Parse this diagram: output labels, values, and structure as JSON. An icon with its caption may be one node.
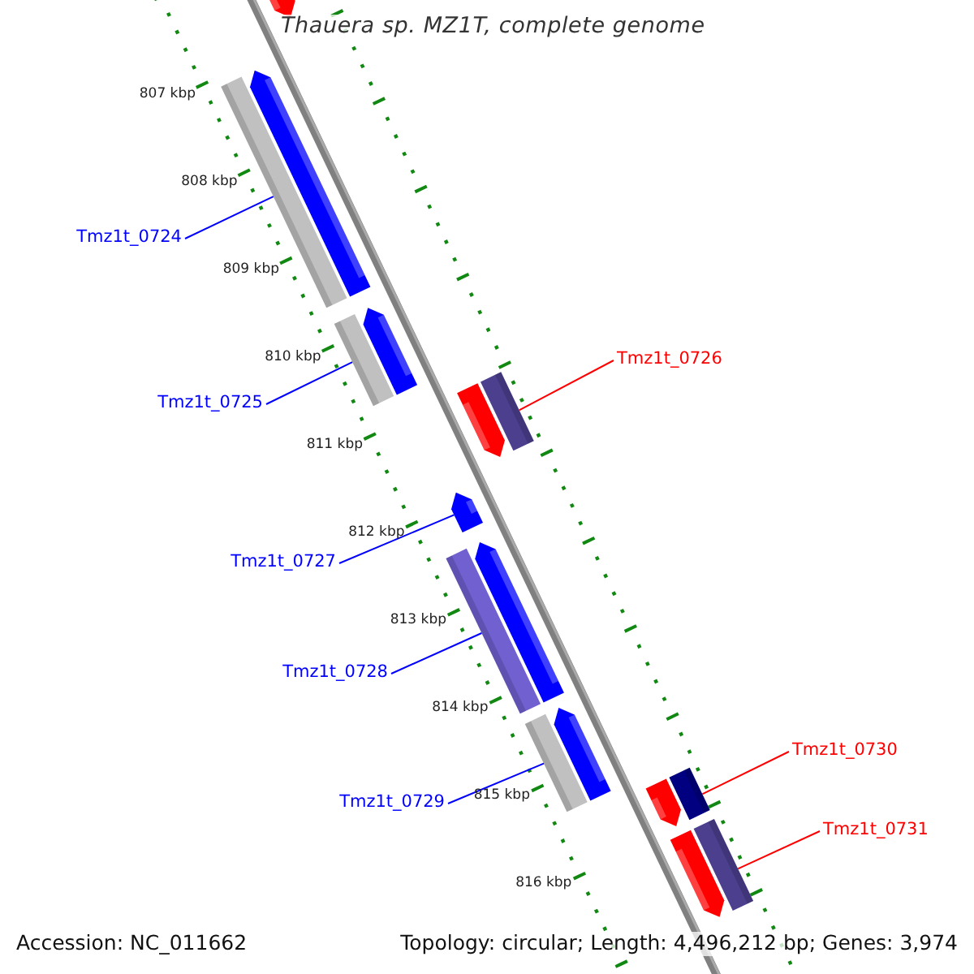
{
  "diagram": {
    "title": "Thauera sp. MZ1T, complete genome",
    "nodes": [
      {
        "text": [],
        "shape": "bar"
      },
      {
        "text": [],
        "shape": "bar"
      },
      {
        "text": [
          "Tmz1t_0724"
        ]
      },
      {
        "text": [],
        "shape": "bar"
      },
      {
        "text": [
          "Tmz1t_0725"
        ]
      },
      {
        "text": [],
        "shape": "bar"
      },
      {
        "text": [
          "Tmz1t_0726"
        ]
      },
      {
        "text": [],
        "shape": "bar"
      },
      {
        "text": [
          "Tmz1t_0727"
        ]
      },
      {
        "text": [],
        "shape": "bar"
      },
      {
        "text": [
          "Tmz1t_0728"
        ]
      },
      {
        "text": [],
        "shape": "bar"
      },
      {
        "text": [
          "Tmz1t_0729"
        ]
      },
      {
        "text": [],
        "shape": "bar"
      },
      {
        "text": [
          "Tmz1t_0730"
        ]
      },
      {
        "text": [],
        "shape": "bar"
      },
      {
        "text": [
          "Tmz1t_0731"
        ]
      }
    ],
    "edges": [
      {
        "from": 2,
        "to": 1,
        "arrow": "none"
      },
      {
        "from": 4,
        "to": 3,
        "arrow": "none"
      },
      {
        "from": 6,
        "to": 5,
        "arrow": "none",
        "color": "#ff0000"
      },
      {
        "from": 8,
        "to": 7,
        "arrow": "none"
      },
      {
        "from": 10,
        "to": 9,
        "arrow": "none"
      },
      {
        "from": 12,
        "to": 11,
        "arrow": "none"
      },
      {
        "from": 14,
        "to": 13,
        "arrow": "none",
        "color": "#ff0000"
      },
      {
        "from": 16,
        "to": 15,
        "arrow": "none",
        "color": "#ff0000"
      }
    ],
    "labels": [
      "807 kbp",
      "808 kbp",
      "809 kbp",
      "810 kbp",
      "811 kbp",
      "812 kbp",
      "813 kbp",
      "814 kbp",
      "815 kbp",
      "816 kbp",
      "Accession: NC_011662",
      "Topology: circular; Length: 4,496,212 bp; Genes: 3,974"
    ]
  }
}
